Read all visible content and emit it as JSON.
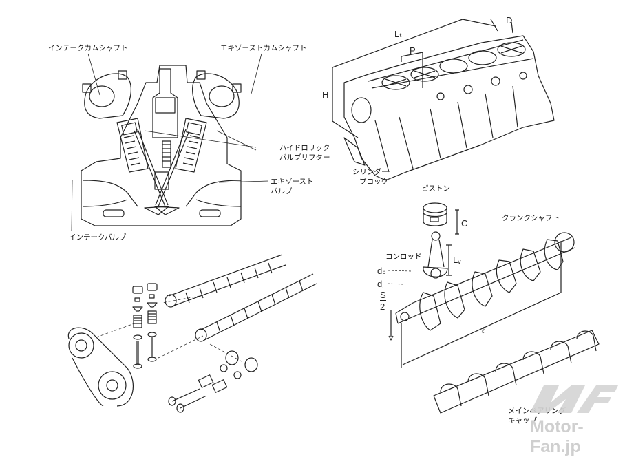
{
  "labels": {
    "intake_camshaft": "インテークカムシャフト",
    "exhaust_camshaft": "エキゾーストカムシャフト",
    "hydraulic_lifter_1": "ハイドロリック",
    "hydraulic_lifter_2": "バルブリフター",
    "exhaust_valve_1": "エキゾースト",
    "exhaust_valve_2": "バルブ",
    "intake_valve": "インテークバルブ",
    "cylinder_block_1": "シリンダー",
    "cylinder_block_2": "ブロック",
    "piston": "ピストン",
    "crankshaft": "クランクシャフト",
    "conrod": "コンロッド",
    "main_bearing_cap_1": "メインベアリング",
    "main_bearing_cap_2": "キャップ"
  },
  "dimensions": {
    "block_length": "Lₜ",
    "bore": "D",
    "pitch": "P",
    "height": "H",
    "compression_height": "C",
    "conrod_length": "Lᵥ",
    "pin_diameter": "dₚ",
    "journal_diameter": "dⱼ",
    "stroke_half_num": "S",
    "stroke_half_den": "2",
    "crank_length": "ℓ"
  },
  "watermark": {
    "text": "Motor-Fan.jp",
    "color": "#cfcfcf"
  }
}
